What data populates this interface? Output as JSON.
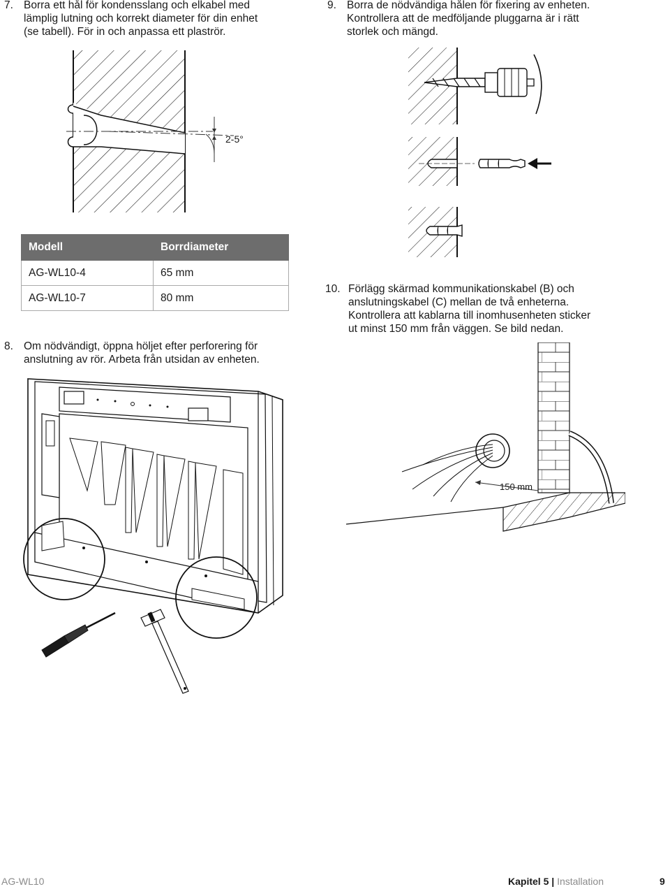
{
  "step7": {
    "number": "7.",
    "lines": [
      "Borra ett hål för kondensslang och elkabel med",
      "lämplig lutning och korrekt diameter för din enhet",
      "(se tabell). För in och anpassa ett plaströr."
    ]
  },
  "step9": {
    "number": "9.",
    "lines": [
      "Borra de nödvändiga hålen för fixering av enheten.",
      "Kontrollera att de medföljande pluggarna är i rätt",
      "storlek och mängd."
    ]
  },
  "step8": {
    "number": "8.",
    "lines": [
      "Om nödvändigt, öppna höljet efter perforering för",
      "anslutning av rör. Arbeta från utsidan av enheten."
    ]
  },
  "step10": {
    "number": "10.",
    "lines": [
      "Förlägg skärmad kommunikationskabel (B) och",
      "anslutningskabel (C) mellan de två enheterna.",
      "Kontrollera att kablarna till inomhusenheten sticker",
      "ut minst 150 mm från väggen. Se bild nedan."
    ]
  },
  "figures": {
    "slope_label": "2-5°",
    "distance_label": "150 mm"
  },
  "table": {
    "headers": [
      "Modell",
      "Borrdiameter"
    ],
    "rows": [
      [
        "AG-WL10-4",
        "65 mm"
      ],
      [
        "AG-WL10-7",
        "80 mm"
      ]
    ]
  },
  "footer": {
    "product": "AG-WL10",
    "chapter": "Kapitel 5",
    "separator": "|",
    "section": "Installation",
    "page": "9"
  },
  "colors": {
    "table_header": "#6d6d6d",
    "text": "#1a1a1a",
    "accent_gray": "#8a8a8a"
  }
}
